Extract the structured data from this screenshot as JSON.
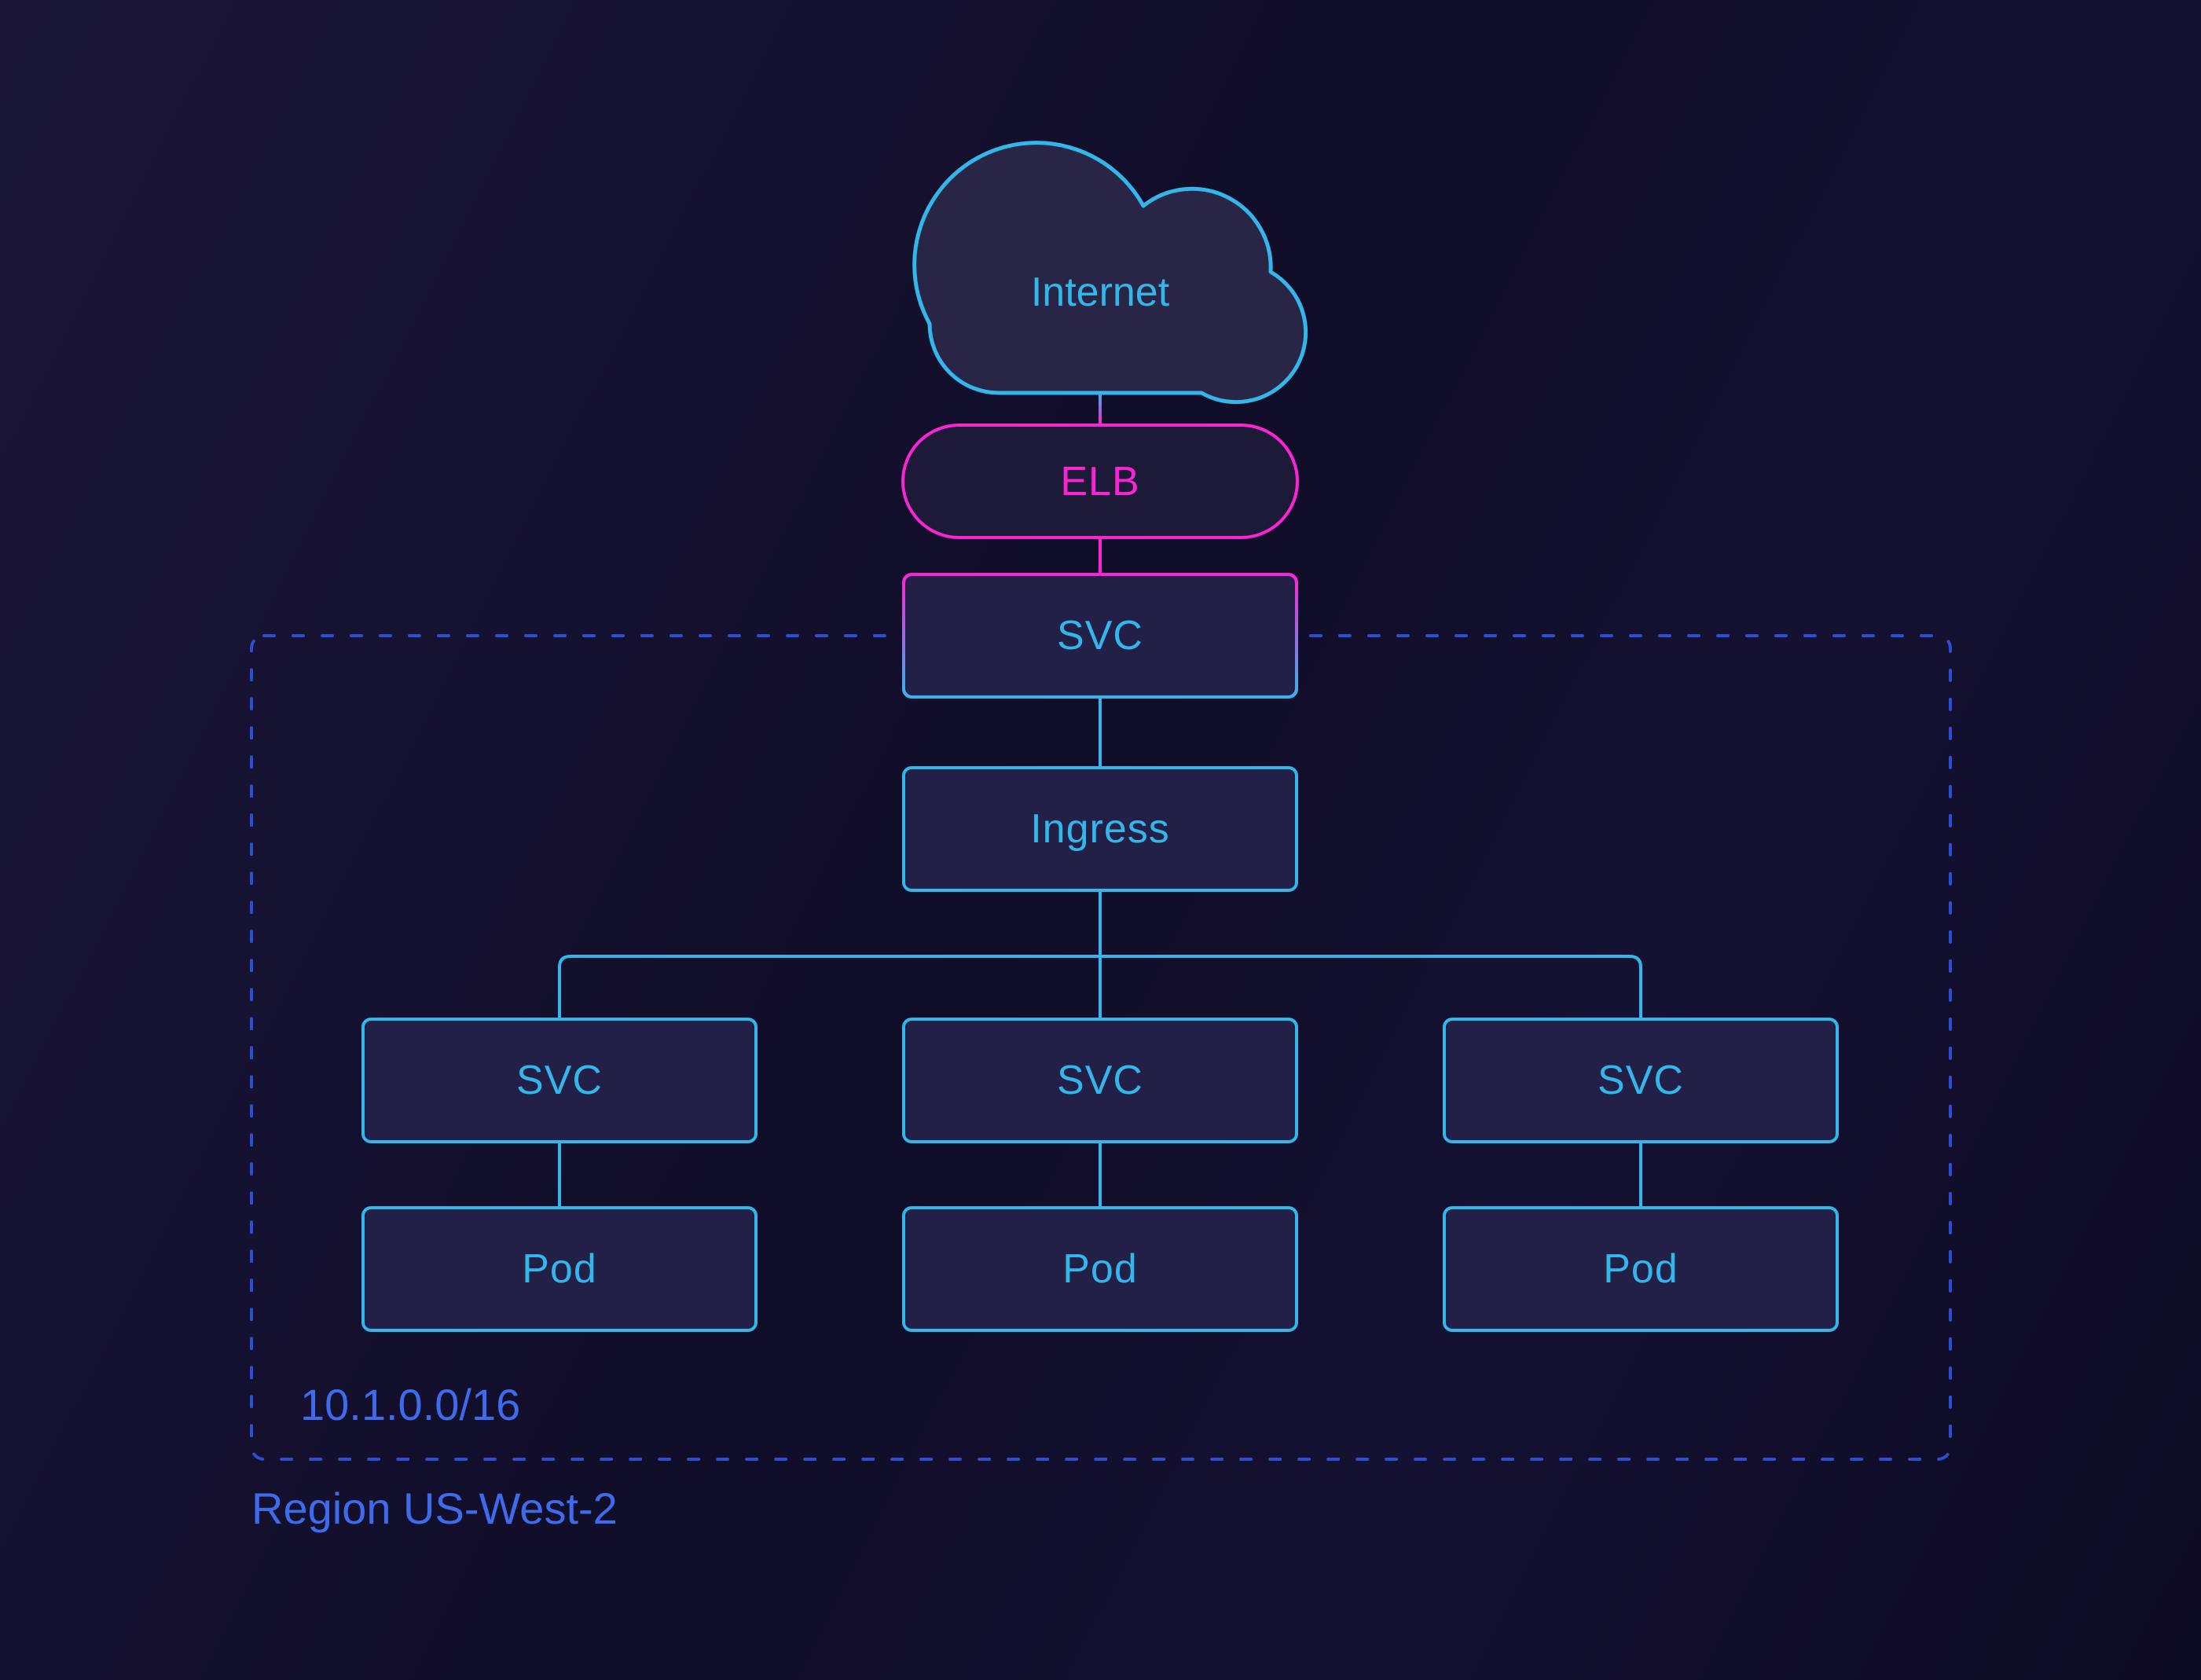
{
  "diagram": {
    "internet_label": "Internet",
    "elb_label": "ELB",
    "svc_top_label": "SVC",
    "ingress_label": "Ingress",
    "services": [
      {
        "label": "SVC"
      },
      {
        "label": "SVC"
      },
      {
        "label": "SVC"
      }
    ],
    "pods": [
      {
        "label": "Pod"
      },
      {
        "label": "Pod"
      },
      {
        "label": "Pod"
      }
    ],
    "vpc_cidr_label": "10.1.0.0/16",
    "region_label": "Region US-West-2",
    "colors": {
      "cyan_accent": "#33b6e9",
      "magenta_accent": "#fb24d2",
      "node_fill": "#232047",
      "cloud_fill": "#292546",
      "label_blue": "#3d6bec",
      "dashed_boundary_blue": "#2b4ed2",
      "background": "#120f2a"
    }
  }
}
